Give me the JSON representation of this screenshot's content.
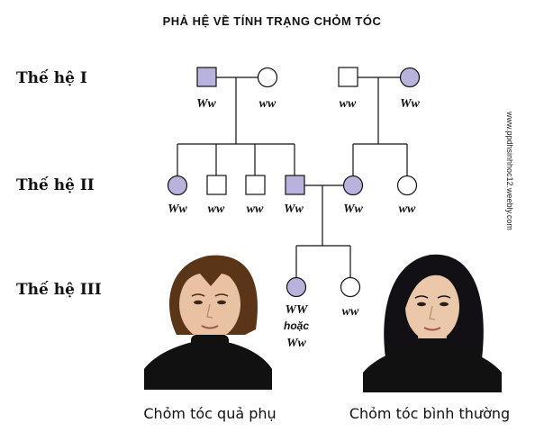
{
  "title": "PHẢ HỆ VỀ TÍNH TRẠNG CHỎM TÓC",
  "generations": {
    "g1": "Thế hệ I",
    "g2": "Thế hệ II",
    "g3": "Thế hệ III"
  },
  "genotypes": {
    "i_1": "Ww",
    "i_2": "ww",
    "i_3": "ww",
    "i_4": "Ww",
    "ii_1": "Ww",
    "ii_2": "ww",
    "ii_3": "ww",
    "ii_4": "Ww",
    "ii_5": "Ww",
    "ii_6": "ww",
    "iii_1_a": "WW",
    "iii_1_or": "hoặc",
    "iii_1_b": "Ww",
    "iii_2": "ww"
  },
  "captions": {
    "left": "Chỏm tóc quả phụ",
    "right": "Chỏm tóc bình thường"
  },
  "watermark": "www.ppdhsinhhoc12.weebly.com",
  "colors": {
    "affected": "#b7b3dc",
    "unaffected": "#ffffff",
    "line": "#111111",
    "sweater": "#111111",
    "skin": "#e9c2a4",
    "hair_left": "#5b3518",
    "hair_right": "#121015"
  }
}
